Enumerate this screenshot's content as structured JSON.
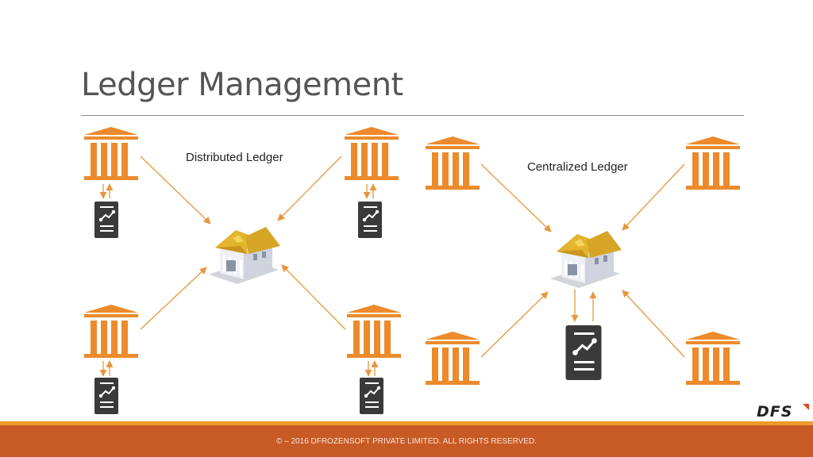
{
  "slide": {
    "title": "Ledger Management",
    "footer": "© – 2016 DFROZENSOFT PRIVATE LIMITED. ALL RIGHTS RESERVED.",
    "logo_text": "DFS"
  },
  "diagrams": {
    "distributed": {
      "label": "Distributed Ledger"
    },
    "centralized": {
      "label": "Centralized Ledger"
    }
  },
  "icons": {
    "bank": "bank-icon",
    "central_bank": "central-bank-icon",
    "ledger": "ledger-document-icon"
  },
  "colors": {
    "bank_orange": "#ec8a2c",
    "arrow_orange": "#e8963c",
    "ledger_dark": "#3a3a3a",
    "central_roof": "#e2b52d",
    "footer_bar": "#c75a25",
    "footer_stripe": "#ec9a2e",
    "logo_mark": "#e04a1c"
  }
}
